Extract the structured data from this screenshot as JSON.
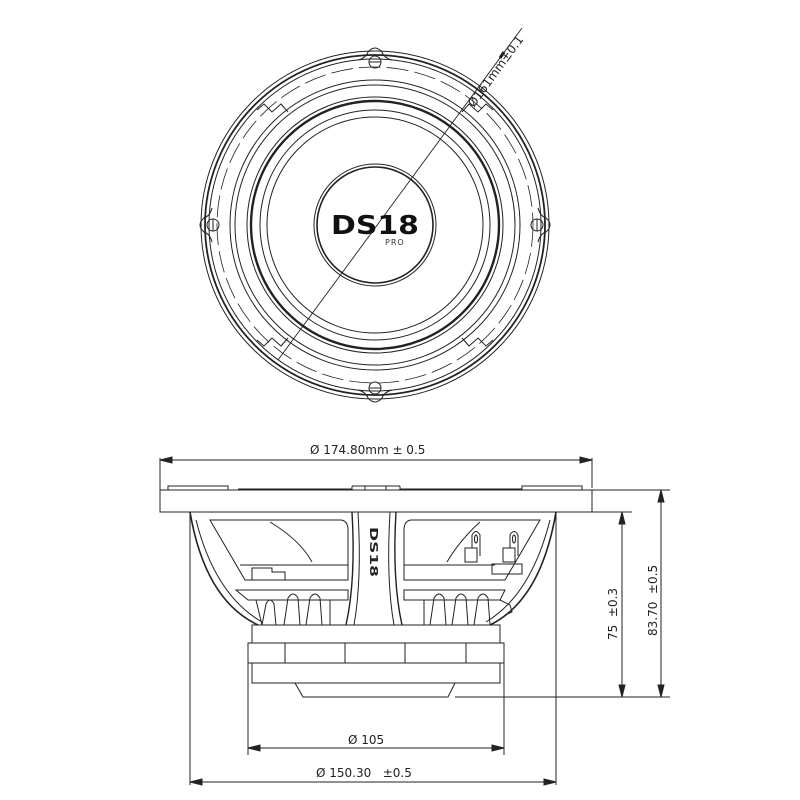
{
  "drawing": {
    "subject": "speaker technical drawing",
    "brand_logo": "DS18",
    "brand_sub": "PRO",
    "side_logo": "DS18"
  },
  "views": {
    "top": {
      "cutout_diameter_label": "Ø161mm±0.1",
      "mounting_holes": 4
    },
    "side": {
      "outer_diameter_label": "Ø 174.80mm ± 0.5",
      "magnet_diameter_label": "Ø 105",
      "basket_diameter_label": "Ø 150.30   ±0.5",
      "mounting_depth_label": "75  ±0.3",
      "total_depth_label": "83.70  ±0.5"
    }
  },
  "colors": {
    "line": "#222222",
    "background": "#ffffff"
  }
}
